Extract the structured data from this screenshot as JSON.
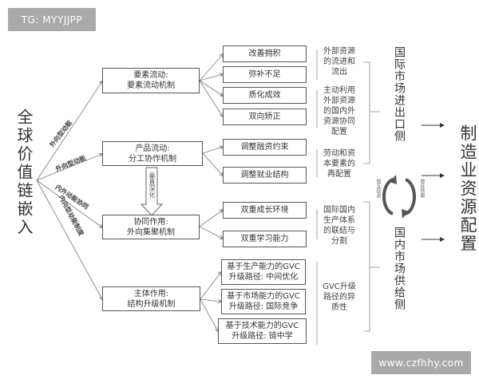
{
  "watermarks": {
    "top": "TG: MYYJJPP",
    "bottom": "www.czfhhy.com"
  },
  "root_label": "全球价值链嵌入",
  "channels": [
    "外向型动能",
    "外向型动能",
    "内外动能协同",
    "内向型动能制度"
  ],
  "mechanisms": [
    {
      "line1": "要素流动:",
      "line2": "要素流动机制"
    },
    {
      "line1": "产品流动:",
      "line2": "分工协作机制"
    },
    {
      "line1": "协同作用:",
      "line2": "外向集聚机制"
    },
    {
      "line1": "主体作用:",
      "line2": "结构升级机制"
    }
  ],
  "vertical_arrow_label": "垂直深化",
  "effects": [
    "改善拥积",
    "弥补不足",
    "质化成效",
    "双向矫正",
    "调整融资约束",
    "调整就业结构",
    "双重成长环境",
    "双重学习能力"
  ],
  "gvc_paths": [
    {
      "line1": "基于生产能力的GVC",
      "line2": "升级路径: 中间优化"
    },
    {
      "line1": "基于市场能力的GVC",
      "line2": "升级路径: 国际竞争"
    },
    {
      "line1": "基于技术能力的GVC",
      "line2": "升级路径: 链中学"
    }
  ],
  "outcomes": [
    "外部资源的流进和流出",
    "主动利用外部资源的国内外资源协同配置",
    "劳动和资本要素的再配置",
    "国际国内生产体系的联结与分割",
    "GVC升级路径的异质性"
  ],
  "sides": {
    "international": "国际市场进出口侧",
    "domestic": "国内市场供给侧",
    "left_cycle": "相互促进",
    "right_cycle": "彼此依赖"
  },
  "result": "制造业资源配置"
}
